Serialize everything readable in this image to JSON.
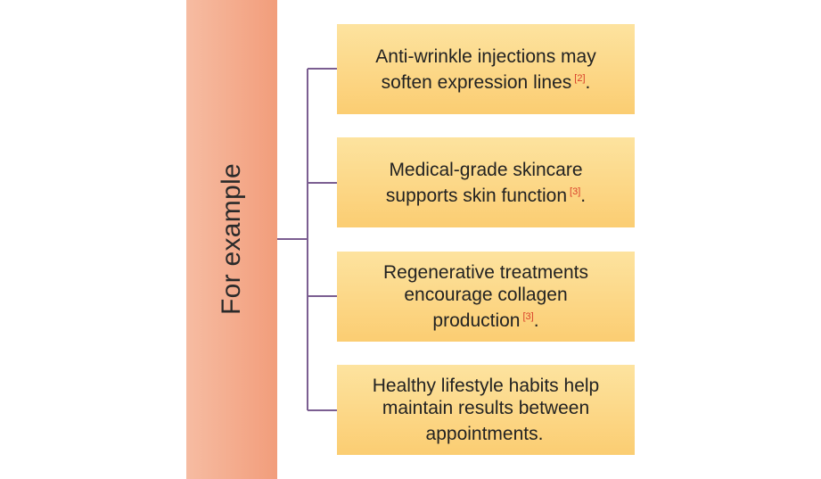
{
  "left_label": "For example",
  "items": [
    {
      "text": "Anti-wrinkle injections may soften expression lines",
      "cite": "[2]",
      "end": "."
    },
    {
      "text": "Medical-grade skincare supports skin function",
      "cite": "[3]",
      "end": "."
    },
    {
      "text": "Regenerative treatments encourage collagen production",
      "cite": "[3]",
      "end": "."
    },
    {
      "text": "Healthy lifestyle habits help maintain results between appointments.",
      "cite": "",
      "end": ""
    }
  ],
  "colors": {
    "bar_light": "#f6bca2",
    "bar_dark": "#f29d7b",
    "box_top": "#fde39f",
    "box_bottom": "#fbcd72",
    "connector": "#7b5e91",
    "citation": "#d9412a"
  }
}
